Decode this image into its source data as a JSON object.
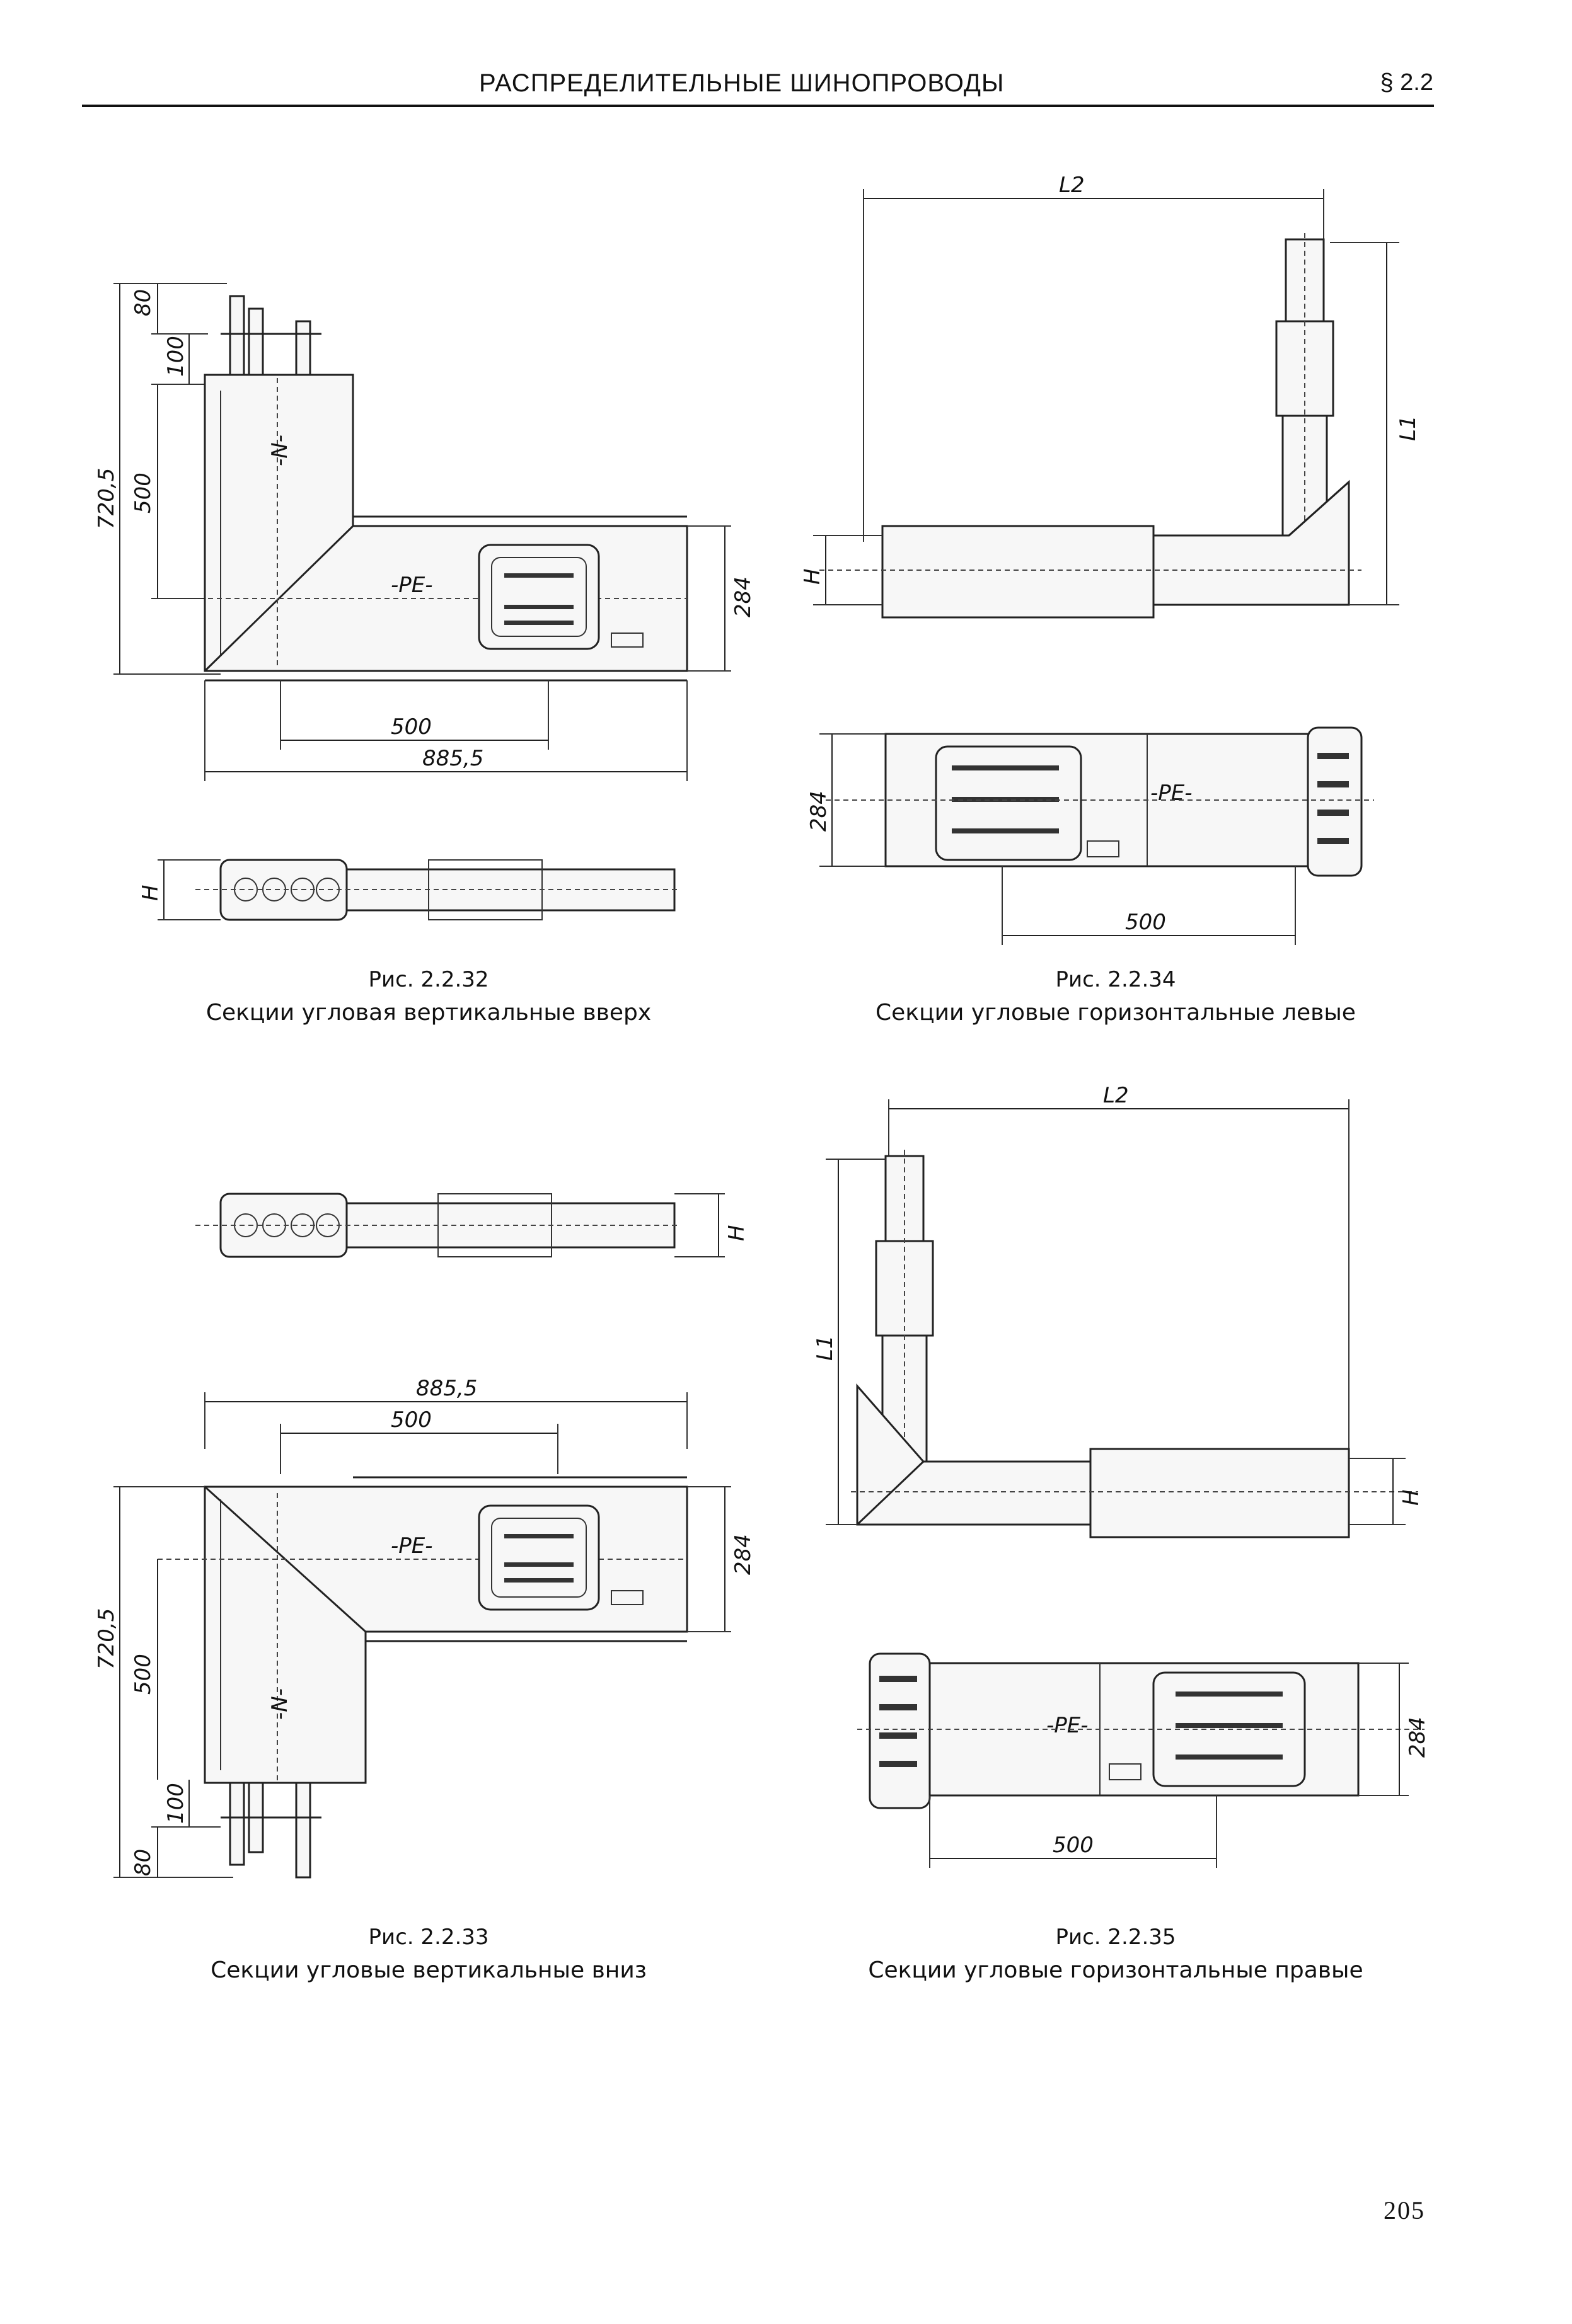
{
  "header": {
    "running_title": "РАСПРЕДЕЛИТЕЛЬНЫЕ ШИНОПРОВОДЫ",
    "section": "§ 2.2"
  },
  "figures": {
    "fig_2_2_32": {
      "number": "Рис. 2.2.32",
      "title": "Секции угловая вертикальные вверх",
      "dims": {
        "d80": "80",
        "d100": "100",
        "d500v": "500",
        "d7205": "720,5",
        "d284": "284",
        "d500h": "500",
        "d8855": "885,5",
        "h": "H",
        "pe": "-PE-",
        "n": "-N-"
      }
    },
    "fig_2_2_34": {
      "number": "Рис. 2.2.34",
      "title": "Секции угловые горизонтальные левые",
      "dims": {
        "l2": "L2",
        "l1": "L1",
        "h": "H",
        "d284": "284",
        "d500": "500",
        "pe": "-PE-"
      }
    },
    "fig_2_2_33": {
      "number": "Рис. 2.2.33",
      "title": "Секции угловые вертикальные вниз",
      "dims": {
        "h": "H",
        "d8855": "885,5",
        "d500h": "500",
        "d284": "284",
        "d7205": "720,5",
        "d500v": "500",
        "d100": "100",
        "d80": "80",
        "pe": "-PE-",
        "n": "-N-"
      }
    },
    "fig_2_2_35": {
      "number": "Рис. 2.2.35",
      "title": "Секции угловые горизонтальные правые",
      "dims": {
        "l2": "L2",
        "l1": "L1",
        "h": "H",
        "d284": "284",
        "d500": "500",
        "pe": "-PE-"
      }
    }
  },
  "page_number": "205"
}
